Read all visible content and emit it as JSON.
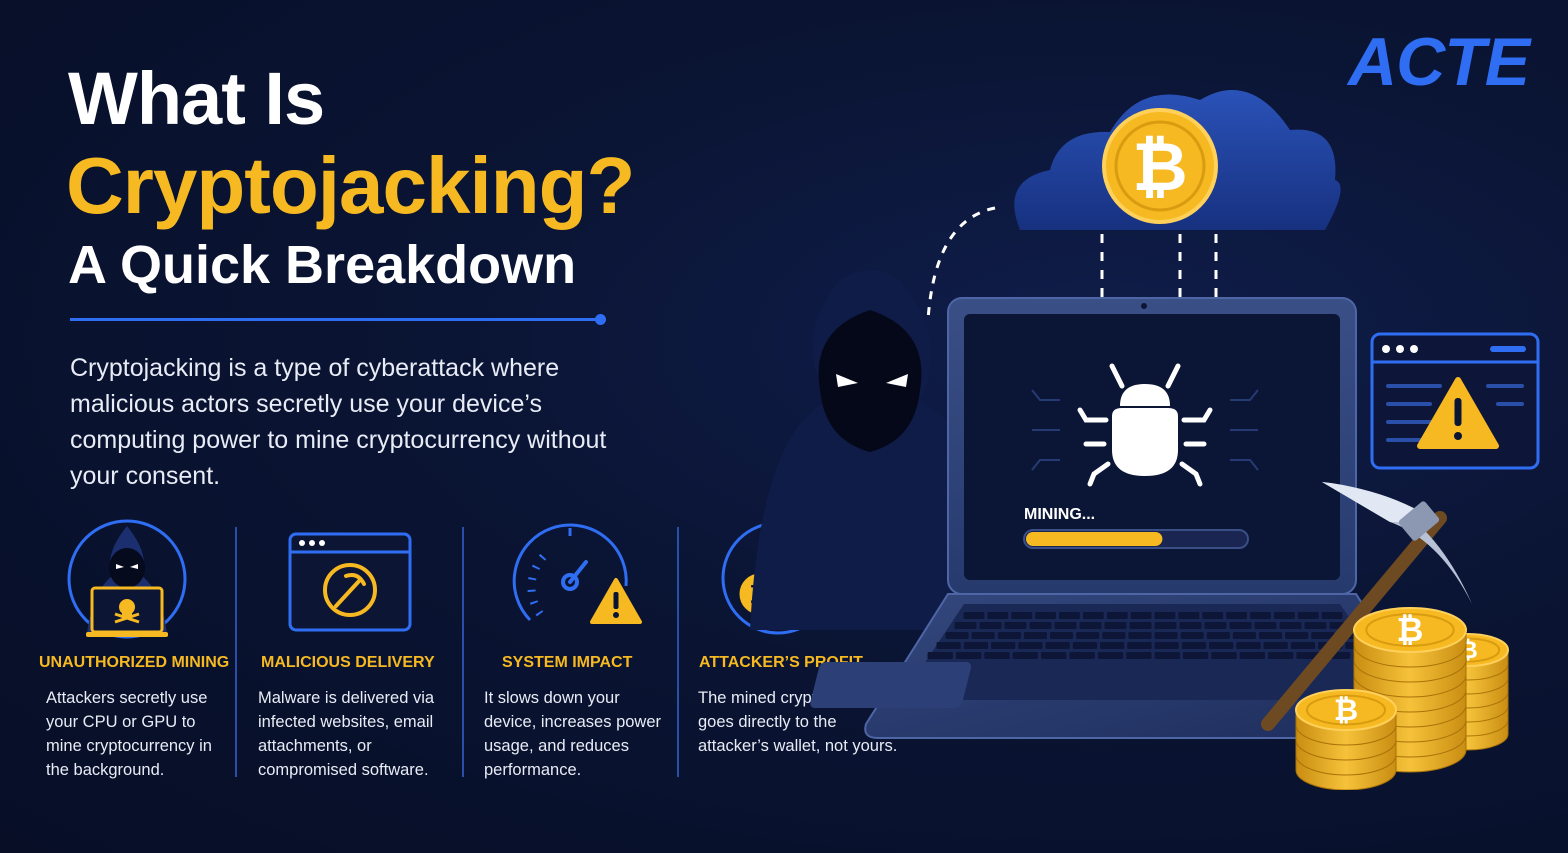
{
  "header": {
    "title_line1": "What Is",
    "title_line2": "Cryptojacking?",
    "title_line3": "A Quick Breakdown",
    "intro": "Cryptojacking is a type of cyberattack where malicious actors secretly use your device’s computing power to mine cryptocurrency without your consent."
  },
  "logo": {
    "text": "ACTE"
  },
  "features": [
    {
      "title": "UNAUTHORIZED MINING",
      "description": "Attackers secretly use your CPU or GPU to mine cryptocurrency in the background.",
      "icon": "hacker-laptop-icon"
    },
    {
      "title": "MALICIOUS DELIVERY",
      "description": "Malware is delivered via infected websites, email attachments, or compromised software.",
      "icon": "browser-pickaxe-icon"
    },
    {
      "title": "SYSTEM IMPACT",
      "description": "It slows down your device, increases power usage, and reduces performance.",
      "icon": "gauge-warning-icon"
    },
    {
      "title": "ATTACKER’S PROFIT",
      "description": "The mined cryptocurrency goes directly to the attacker’s wallet, not yours.",
      "icon": "bitcoin-coins-icon"
    }
  ],
  "illustration": {
    "screen_label": "MINING...",
    "progress": 0.62,
    "coin_symbol": "₿"
  },
  "colors": {
    "background": "#0a1433",
    "accent_blue": "#2f6ef3",
    "accent_gold": "#f6b921",
    "text": "#ffffff"
  }
}
